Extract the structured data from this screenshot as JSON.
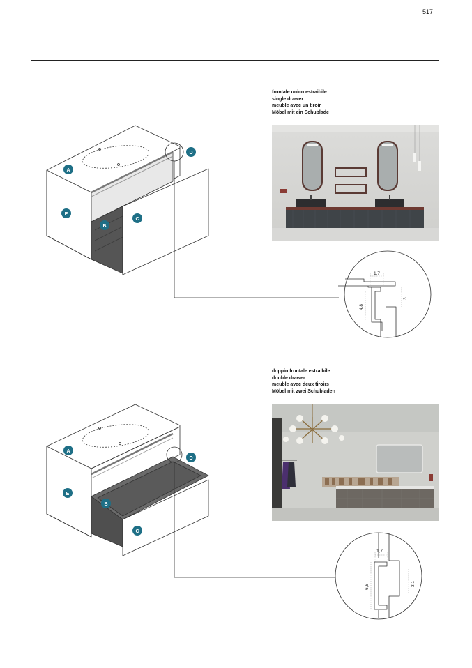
{
  "page": {
    "number": "517"
  },
  "section_single": {
    "caption": [
      "frontale unico estraibile",
      "single drawer",
      "meuble avec un tiroir",
      "Möbel mit ein Schublade"
    ],
    "labels": {
      "a": "A",
      "b": "B",
      "c": "C",
      "d": "D",
      "e": "E"
    },
    "dimensions": {
      "width": "1,7",
      "height": "4,8",
      "depth": "3"
    }
  },
  "section_double": {
    "caption": [
      "doppio frontale estraibile",
      "double drawer",
      "meuble avec deux tiroirs",
      "Möbel mit zwei Schubladen"
    ],
    "labels": {
      "a": "A",
      "b": "B",
      "c": "C",
      "d": "D",
      "e": "E"
    },
    "dimensions": {
      "width": "1,7",
      "height": "6,6",
      "depth": "3,1"
    }
  },
  "colors": {
    "badge": "#1e6f86",
    "carcass": "#ffffff",
    "line": "#333333"
  }
}
